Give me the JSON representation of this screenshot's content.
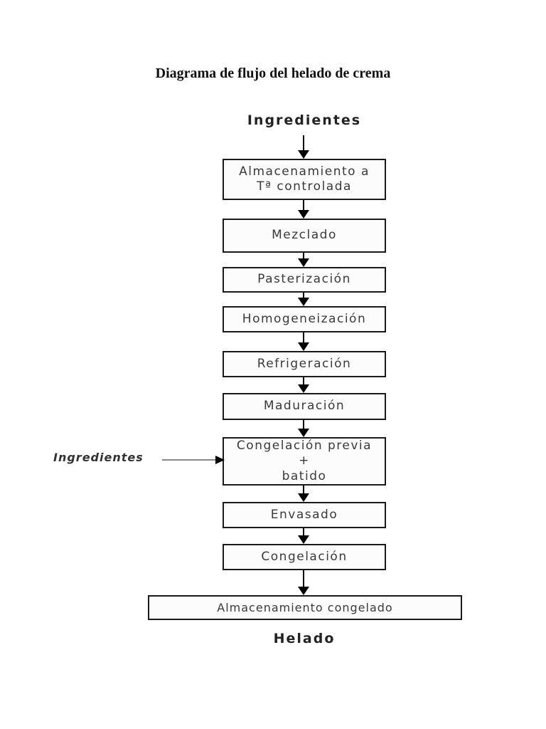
{
  "page": {
    "title": "Diagrama de flujo del helado de crema"
  },
  "flowchart": {
    "start_label": "Ingredientes",
    "steps": [
      {
        "label": "Almacenamiento a\nTª controlada"
      },
      {
        "label": "Mezclado"
      },
      {
        "label": "Pasterización"
      },
      {
        "label": "Homogeneización"
      },
      {
        "label": "Refrigeración"
      },
      {
        "label": "Maduración"
      },
      {
        "label": "Congelación previa\n+\nbatido"
      },
      {
        "label": "Envasado"
      },
      {
        "label": "Congelación"
      },
      {
        "label": "Almacenamiento congelado"
      }
    ],
    "side_input_label": "Ingredientes",
    "end_label": "Helado"
  },
  "icons": {
    "arrow_down": "▼",
    "arrow_right": "►"
  },
  "colors": {
    "background": "#ffffff",
    "box_border": "#1a1a1a",
    "box_fill": "#fcfcfc",
    "box_text": "#3a3a3a",
    "arrow": "#000000",
    "side_arrow_line": "#888888"
  }
}
